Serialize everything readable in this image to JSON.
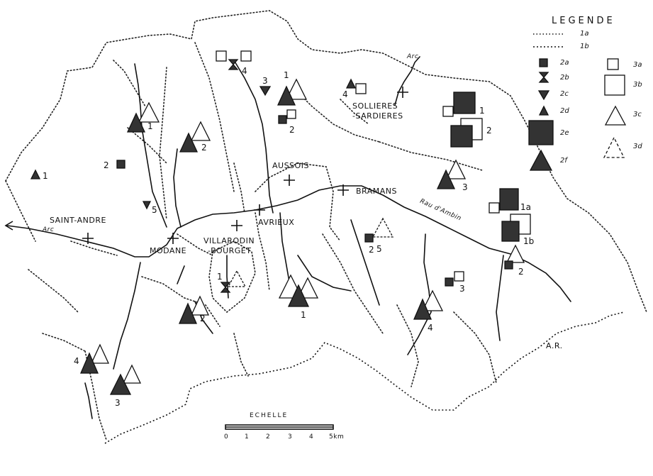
{
  "map": {
    "towns": {
      "saint_andre": "SAINT-ANDRE",
      "modane": "MODANE",
      "villarodin": "VILLARODIN",
      "bourget": "-BOURGET",
      "aussois": "AUSSOIS",
      "avrieux": "AVRIEUX",
      "bramans": "BRAMANS",
      "sollieres": "SOLLIERES",
      "sardieres": "-SARDIERES"
    },
    "rivers": {
      "arc_west": "Arc",
      "arc_east": "Arc",
      "ambin": "Rau d'Ambin"
    },
    "border_label": "A.R.",
    "site_numbers": {
      "sa_1": "1",
      "sa_2": "2",
      "sa_5": "5",
      "nw_1": "1",
      "nw_2": "2",
      "sw_4": "4",
      "sw_3": "3",
      "sw_2": "2",
      "vb_1": "1",
      "au_4": "4",
      "au_3": "3",
      "au_1": "1",
      "au_2": "2",
      "av_1": "1",
      "so_4": "4",
      "so_2": "2",
      "br_5": "5",
      "br_3": "3",
      "br_4": "4",
      "e_1": "1",
      "e_2": "2",
      "e_3": "3",
      "e_1a": "1a",
      "e_1b": "1b",
      "e_2b": "2"
    }
  },
  "legend": {
    "title": "LEGENDE",
    "items": {
      "1a": "1a",
      "1b": "1b",
      "2a": "2a",
      "2b": "2b",
      "2c": "2c",
      "2d": "2d",
      "2e": "2e",
      "2f": "2f",
      "3a": "3a",
      "3b": "3b",
      "3c": "3c",
      "3d": "3d"
    }
  },
  "scale": {
    "title": "ECHELLE",
    "ticks": [
      "0",
      "1",
      "2",
      "3",
      "4",
      "5km"
    ]
  }
}
